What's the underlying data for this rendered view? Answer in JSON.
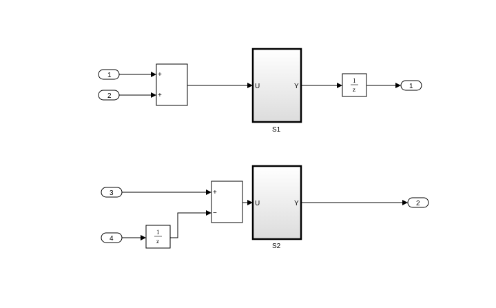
{
  "inports": [
    {
      "label": "1"
    },
    {
      "label": "2"
    },
    {
      "label": "3"
    },
    {
      "label": "4"
    }
  ],
  "outports": [
    {
      "label": "1"
    },
    {
      "label": "2"
    }
  ],
  "sum1": {
    "signs": [
      "+",
      "+"
    ]
  },
  "sum2": {
    "signs": [
      "+",
      "−"
    ]
  },
  "subsystems": [
    {
      "name": "S1",
      "input": "U",
      "output": "Y"
    },
    {
      "name": "S2",
      "input": "U",
      "output": "Y"
    }
  ],
  "unit_delay": {
    "numerator": "1",
    "denominator": "z"
  }
}
